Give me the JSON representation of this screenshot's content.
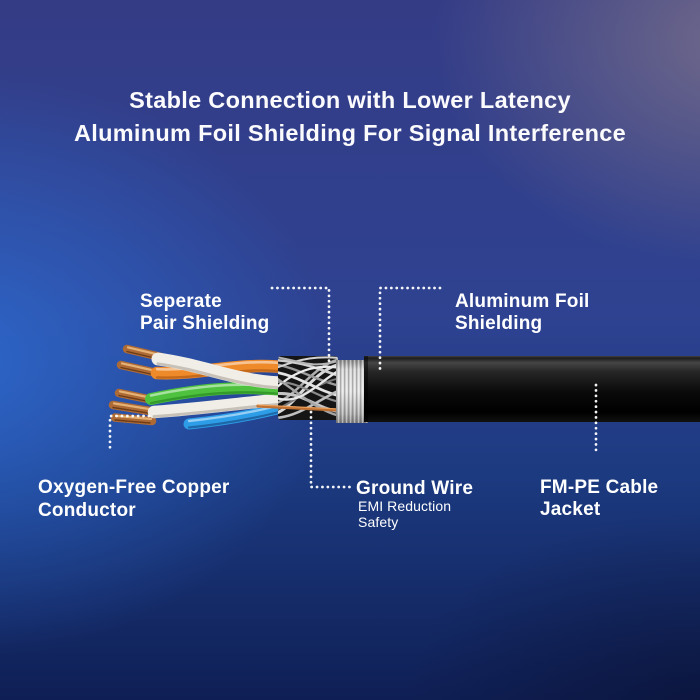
{
  "title": {
    "line1": "Stable Connection with Lower Latency",
    "line2": "Aluminum Foil Shielding For Signal Interference"
  },
  "callouts": {
    "separate_pair": {
      "label": "Seperate\nPair Shielding"
    },
    "aluminum_foil": {
      "label": "Aluminum Foil\nShielding"
    },
    "copper_conductor": {
      "label": "Oxygen-Free Copper\nConductor"
    },
    "ground_wire": {
      "label": "Ground Wire",
      "sublabel": "EMI Reduction\nSafety"
    },
    "cable_jacket": {
      "label": "FM-PE Cable\nJacket"
    }
  },
  "colors": {
    "accent_blue": "#2b66c8",
    "deep_navy": "#101c4e",
    "purple_haze": "#6a6288",
    "text": "#ffffff",
    "wire_orange": "#ef8a2b",
    "wire_green": "#4ec23e",
    "wire_blue": "#2e9de8",
    "wire_white": "#f1eee8",
    "copper": "#ad6a35",
    "ground_wire": "#bf7134",
    "jacket_black": "#141414",
    "foil_silver": "#cfcfcf",
    "connector_dots": "#ffffff"
  }
}
